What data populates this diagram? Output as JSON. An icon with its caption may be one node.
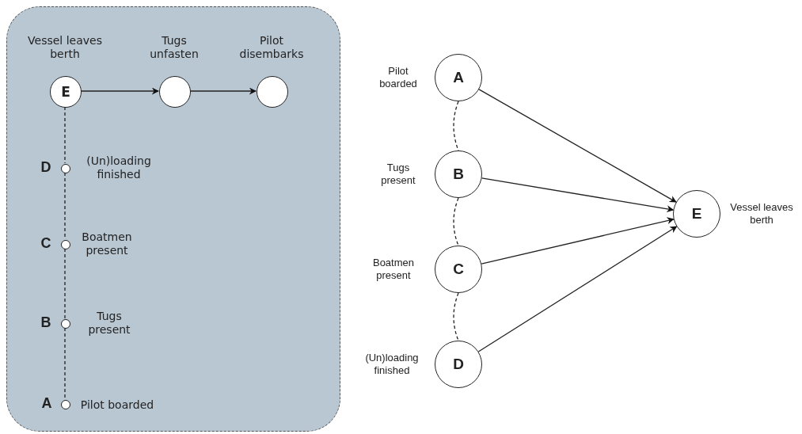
{
  "diagram": {
    "nodes": [
      {
        "text": [],
        "shape": "box"
      },
      {
        "text": [
          "E"
        ],
        "beside": [
          "Vessel leaves berth"
        ],
        "in": 0
      },
      {
        "text": [],
        "shape": "circle",
        "beside": [
          "Tugs unfasten"
        ],
        "in": 0
      },
      {
        "text": [],
        "shape": "circle",
        "beside": [
          "Pilot disembarks"
        ],
        "in": 0
      },
      {
        "text": [],
        "shape": "circle",
        "beside": [
          "D",
          "(Un)loading finished"
        ],
        "in": 0
      },
      {
        "text": [],
        "shape": "circle",
        "beside": [
          "C",
          "Boatmen present"
        ],
        "in": 0
      },
      {
        "text": [],
        "shape": "circle",
        "beside": [
          "B",
          "Tugs present"
        ],
        "in": 0
      },
      {
        "text": [],
        "shape": "circle",
        "beside": [
          "A",
          "Pilot boarded"
        ],
        "in": 0
      },
      {
        "text": [
          "A"
        ],
        "beside": [
          "Pilot boarded"
        ]
      },
      {
        "text": [
          "B"
        ],
        "beside": [
          "Tugs present"
        ]
      },
      {
        "text": [
          "C"
        ],
        "beside": [
          "Boatmen present"
        ]
      },
      {
        "text": [
          "D"
        ],
        "beside": [
          "(Un)loading finished"
        ]
      },
      {
        "text": [
          "E"
        ],
        "beside": [
          "Vessel leaves berth"
        ]
      }
    ],
    "edges": [
      {
        "from": 1,
        "to": 2,
        "arrow": "to"
      },
      {
        "from": 2,
        "to": 3,
        "arrow": "to"
      },
      {
        "from": 1,
        "to": 4,
        "arrow": "none",
        "style": "dashed"
      },
      {
        "from": 4,
        "to": 5,
        "arrow": "none",
        "style": "dashed"
      },
      {
        "from": 5,
        "to": 6,
        "arrow": "none",
        "style": "dashed"
      },
      {
        "from": 6,
        "to": 7,
        "arrow": "none",
        "style": "dashed"
      },
      {
        "from": 8,
        "to": 9,
        "arrow": "none",
        "style": "dashed"
      },
      {
        "from": 9,
        "to": 10,
        "arrow": "none",
        "style": "dashed"
      },
      {
        "from": 10,
        "to": 11,
        "arrow": "none",
        "style": "dashed"
      },
      {
        "from": 8,
        "to": 12,
        "arrow": "to"
      },
      {
        "from": 9,
        "to": 12,
        "arrow": "to"
      },
      {
        "from": 10,
        "to": 12,
        "arrow": "to"
      },
      {
        "from": 11,
        "to": 12,
        "arrow": "to"
      }
    ]
  }
}
